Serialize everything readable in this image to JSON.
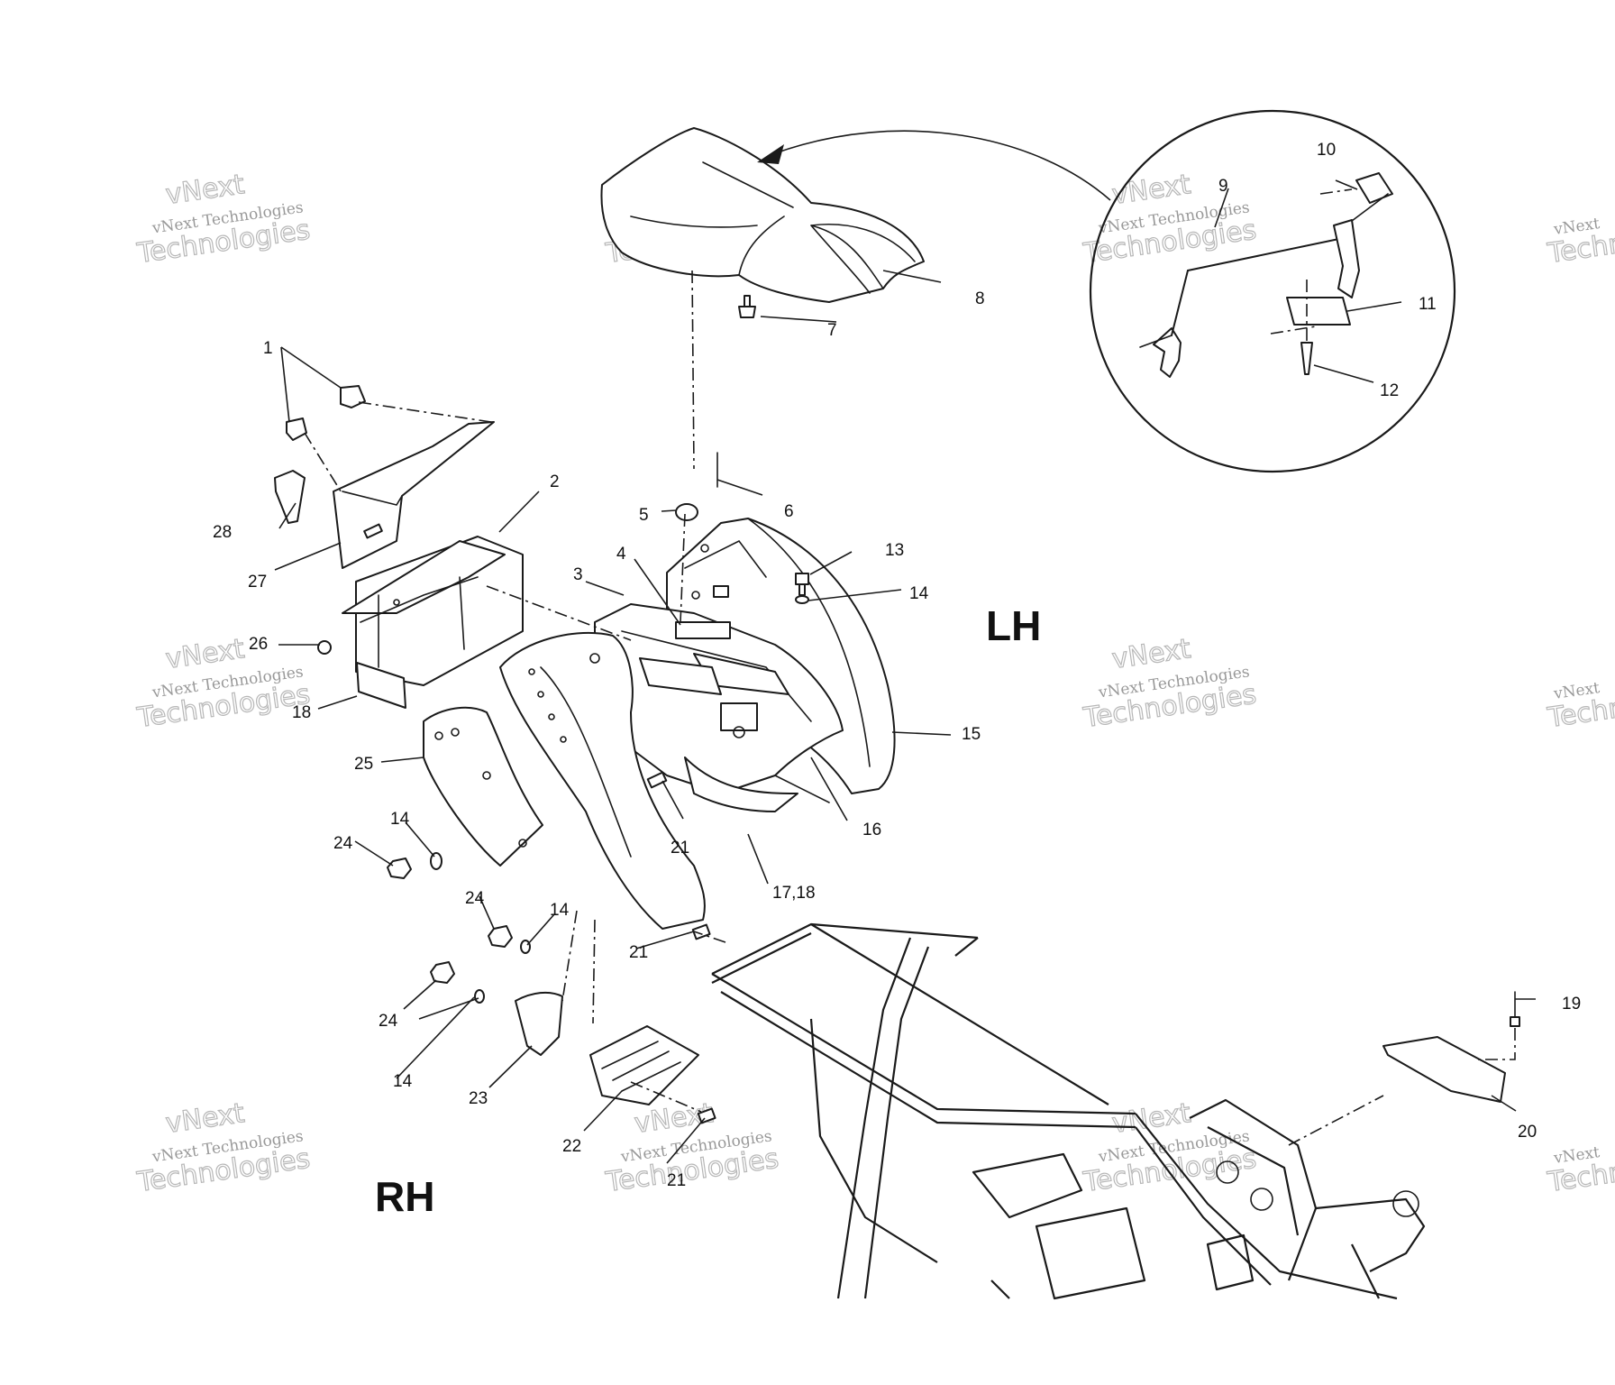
{
  "callouts": {
    "c1": "1",
    "c2": "2",
    "c3": "3",
    "c4": "4",
    "c5": "5",
    "c6": "6",
    "c7": "7",
    "c8": "8",
    "c9": "9",
    "c10": "10",
    "c11": "11",
    "c12": "12",
    "c13": "13",
    "c14": "14",
    "c15": "15",
    "c16": "16",
    "c17_18": "17,18",
    "c19": "19",
    "c20": "20",
    "c21": "21",
    "c22": "22",
    "c23": "23",
    "c24": "24",
    "c25": "25",
    "c26": "26",
    "c27": "27",
    "c28": "28"
  },
  "sides": {
    "left": "LH",
    "right": "RH"
  },
  "watermark": {
    "text": "vNext Technologies",
    "word1": "vNext",
    "word2": "Technologies"
  },
  "colors": {
    "ink": "#1a1a1a",
    "paper": "#ffffff",
    "watermark": "#999999"
  }
}
